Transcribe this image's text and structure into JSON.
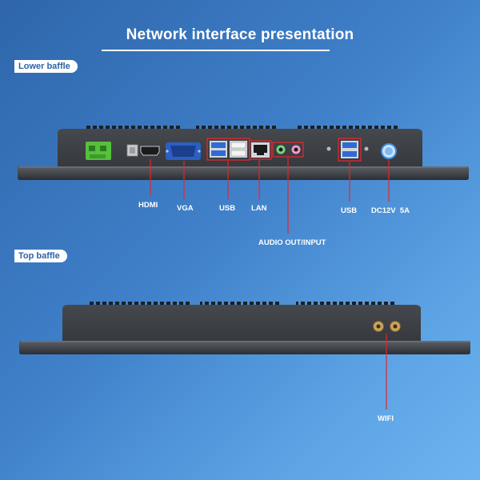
{
  "title": "Network interface presentation",
  "sections": {
    "lower": {
      "label": "Lower baffle"
    },
    "top": {
      "label": "Top baffle"
    }
  },
  "ports": {
    "hdmi": "HDMI",
    "vga": "VGA",
    "usb_left": "USB",
    "lan": "LAN",
    "audio": "AUDIO OUT/INPUT",
    "usb_right": "USB",
    "dc": "DC12V  5A",
    "wifi": "WIFI"
  },
  "colors": {
    "background_start": "#2f66ab",
    "background_end": "#6cb3f0",
    "device_body": "#3a3d42",
    "callout_line": "#e3262d",
    "terminal_green": "#55c13c"
  }
}
